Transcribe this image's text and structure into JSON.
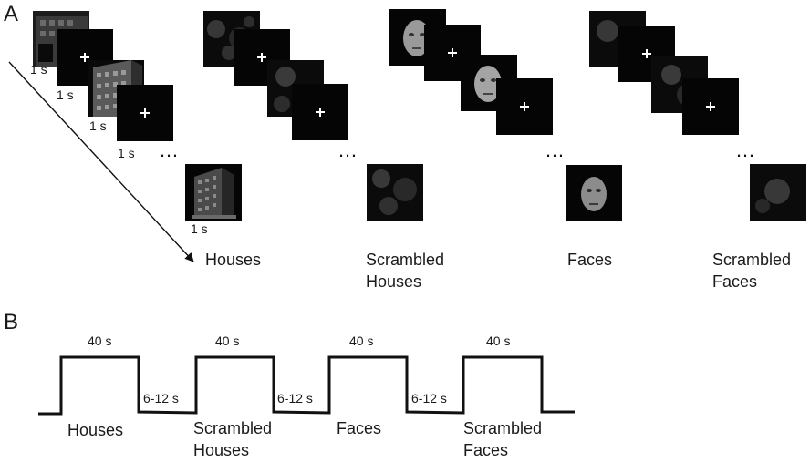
{
  "panels": {
    "a": "A",
    "b": "B"
  },
  "panel_a": {
    "durations": [
      "1 s",
      "1 s",
      "1 s",
      "1 s",
      "1 s"
    ],
    "ellipsis": "…",
    "conditions": [
      {
        "line1": "Houses",
        "line2": ""
      },
      {
        "line1": "Scrambled",
        "line2": "Houses"
      },
      {
        "line1": "Faces",
        "line2": ""
      },
      {
        "line1": "Scrambled",
        "line2": "Faces"
      }
    ]
  },
  "panel_b": {
    "block_durations": [
      "40 s",
      "40 s",
      "40 s",
      "40 s"
    ],
    "rest_durations": [
      "6-12 s",
      "6-12 s",
      "6-12 s"
    ],
    "conditions": [
      {
        "line1": "Houses",
        "line2": ""
      },
      {
        "line1": "Scrambled",
        "line2": "Houses"
      },
      {
        "line1": "Faces",
        "line2": ""
      },
      {
        "line1": "Scrambled",
        "line2": "Faces"
      }
    ]
  }
}
